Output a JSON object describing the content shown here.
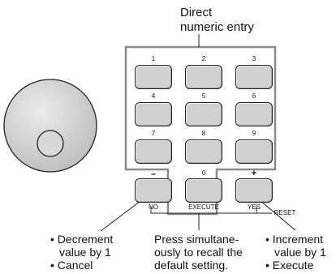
{
  "callout_top": {
    "line1": "Direct",
    "line2": "numeric entry"
  },
  "keys": {
    "k1": "1",
    "k2": "2",
    "k3": "3",
    "k4": "4",
    "k5": "5",
    "k6": "6",
    "k7": "7",
    "k8": "8",
    "k9": "9",
    "k0": "0",
    "minus": "–",
    "plus": "+",
    "no": "NO",
    "execute": "EXECUTE",
    "yes": "YES",
    "reset": "RESET"
  },
  "notes": {
    "left": {
      "l1": "• Decrement",
      "l2": "value by 1",
      "l3": "• Cancel"
    },
    "middle": {
      "l1": "Press simultane-",
      "l2": "ously to recall the",
      "l3": "default setting."
    },
    "right": {
      "l1": "• Increment",
      "l2": "value by 1",
      "l3": "• Execute"
    }
  },
  "colors": {
    "key_fill": "#d0d0d0",
    "frame": "#8a8a8a",
    "dial_fill": "#d6d6d6",
    "line": "#222222"
  }
}
